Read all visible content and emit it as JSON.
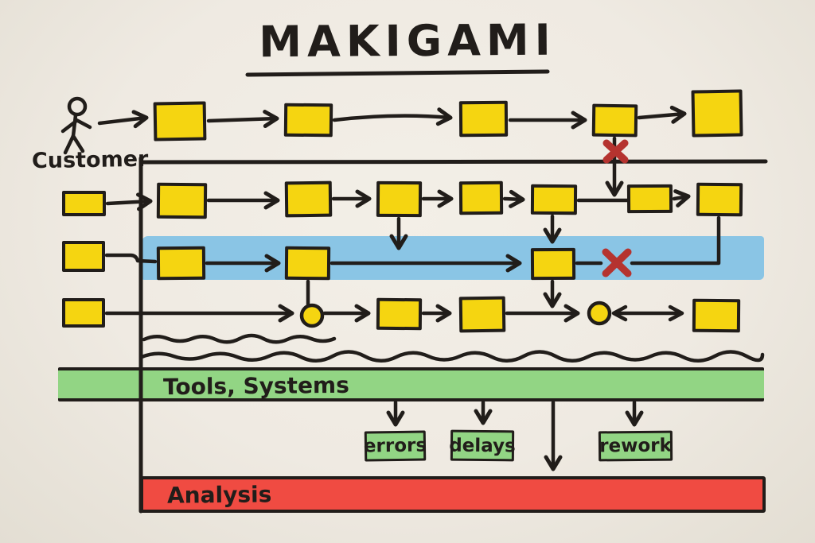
{
  "title": "MAKIGAMI",
  "customer_label": "Customer",
  "lanes": {
    "tools_systems": "Tools, Systems",
    "analysis": "Analysis"
  },
  "findings": {
    "errors": "errors",
    "delays": "delays",
    "rework": "rework"
  },
  "diagram": {
    "type": "makigami-process-map",
    "process_step_count": 21,
    "blocker_count": 2,
    "connector_node_count": 2,
    "swimlane_rows": 4
  },
  "colors": {
    "background": "#efeae2",
    "ink": "#211d1a",
    "process_box": "#f5d511",
    "lane_blue": "#8ac5e5",
    "lane_green": "#92d584",
    "lane_red": "#f04b42",
    "blocker_red": "#b5332f"
  }
}
